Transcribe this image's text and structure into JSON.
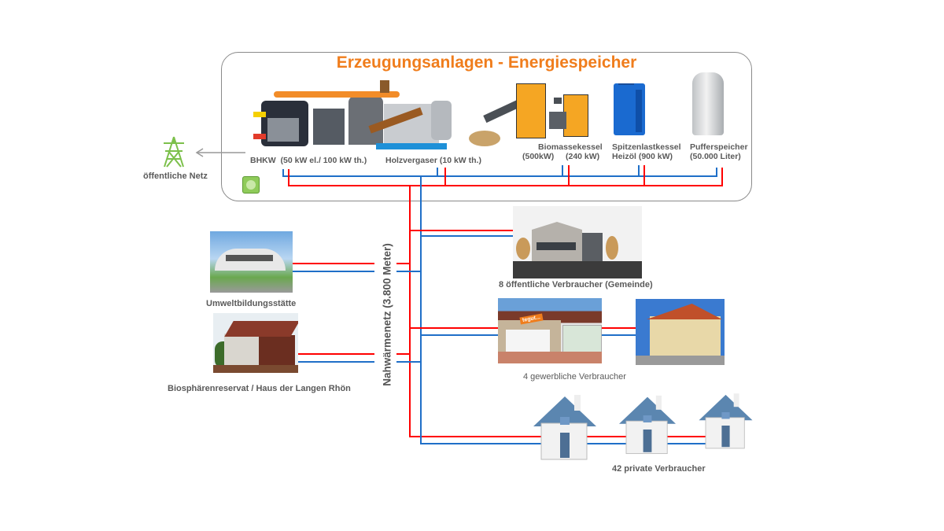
{
  "title": "Erzeugungsanlagen - Energiespeicher",
  "grid": {
    "label": "öffentliche Netz",
    "icon": "power-pylon-icon"
  },
  "plants": {
    "bhkw": {
      "name": "BHKW",
      "spec": "(50 kW el./ 100 kW th.)"
    },
    "holzvergaser": {
      "name": "Holzvergaser",
      "spec": "(10 kW th.)"
    },
    "biomasse": {
      "name": "Biomassekessel",
      "spec_a": "(500kW)",
      "spec_b": "(240 kW)"
    },
    "spitzenlast": {
      "name": "Spitzenlastkessel",
      "spec": "Heizöl (900 kW)"
    },
    "puffer": {
      "name": "Pufferspeicher",
      "spec": "(50.000 Liter)"
    }
  },
  "network": {
    "label": "Nahwärmenetz (3.800 Meter)",
    "supply_color": "#ff0000",
    "return_color": "#1f6fc8"
  },
  "consumers": {
    "umwelt": "Umweltbildungsstätte",
    "biosphaere": "Biosphärenreservat / Haus der Langen Rhön",
    "public": "8 öffentliche Verbraucher (Gemeinde)",
    "commercial": "4 gewerbliche Verbraucher",
    "commercial_sign": "tegut...",
    "private": "42 private Verbraucher"
  },
  "colors": {
    "title": "#f07d1c",
    "accent_green": "#7cc04b"
  }
}
